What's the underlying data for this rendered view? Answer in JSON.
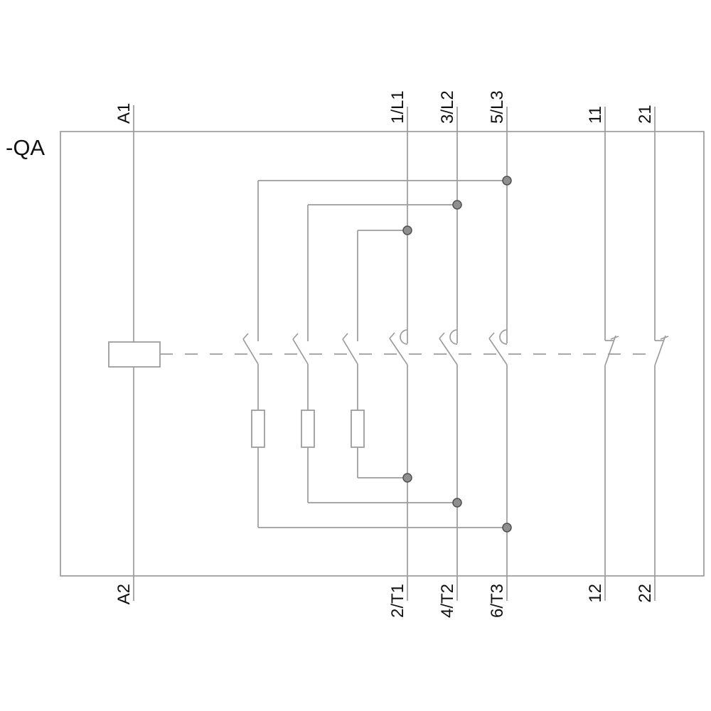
{
  "diagram": {
    "device_tag": "-QA",
    "terminals": {
      "coil_top": "A1",
      "coil_bottom": "A2",
      "line_top": [
        "1/L1",
        "3/L2",
        "5/L3"
      ],
      "load_bottom": [
        "2/T1",
        "4/T2",
        "6/T3"
      ],
      "aux_top": [
        "11",
        "21"
      ],
      "aux_bottom": [
        "12",
        "22"
      ]
    },
    "colors": {
      "background": "#ffffff",
      "wire": "#9c9c9c",
      "text": "#111111",
      "junction_fill": "#8f8f8f",
      "junction_ring": "#4f4f4f"
    }
  }
}
